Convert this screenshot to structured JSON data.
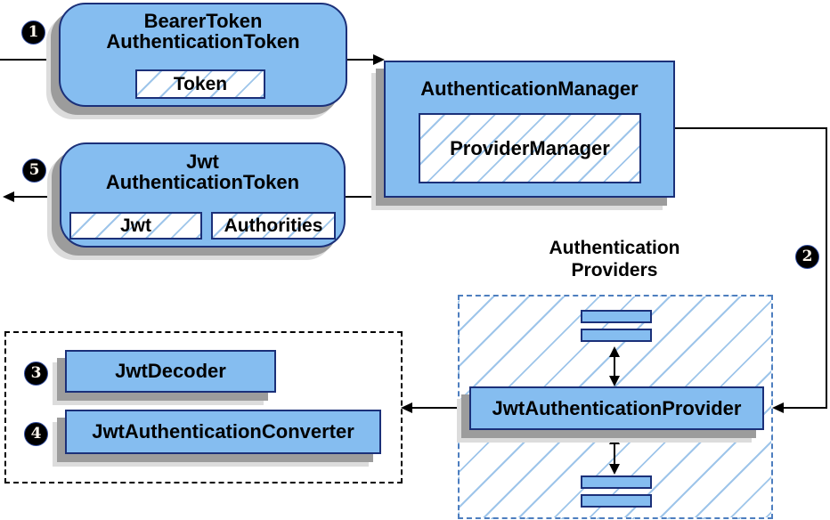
{
  "colors": {
    "node_fill": "#85bdf0",
    "node_border": "#1b3079",
    "hatch_line": "#9ec5ea",
    "dashed_group_border_blue": "#4d7ebf",
    "dashed_group_border_black": "#000000",
    "shadow_dark": "#9c9c9c",
    "shadow_light": "#dcdcdc",
    "arrow_color": "#000000",
    "step_badge_bg": "#000000",
    "step_badge_text": "#fff8ee"
  },
  "nodes": {
    "bearer_token": {
      "title_line1": "BearerToken",
      "title_line2": "AuthenticationToken",
      "chip": "Token"
    },
    "auth_manager": {
      "title": "AuthenticationManager",
      "chip": "ProviderManager"
    },
    "jwt_token": {
      "title_line1": "Jwt",
      "title_line2": "AuthenticationToken",
      "chips": [
        "Jwt",
        "Authorities"
      ]
    },
    "jwt_auth_provider": {
      "title": "JwtAuthenticationProvider"
    },
    "jwt_decoder": {
      "title": "JwtDecoder"
    },
    "jwt_auth_converter": {
      "title": "JwtAuthenticationConverter"
    },
    "providers_group": {
      "label_line1": "Authentication",
      "label_line2": "Providers"
    }
  },
  "steps": {
    "s1": "1",
    "s2": "2",
    "s3": "3",
    "s4": "4",
    "s5": "5"
  }
}
